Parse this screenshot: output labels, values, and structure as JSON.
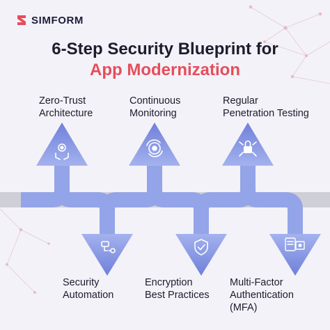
{
  "brand": {
    "name": "SIMFORM",
    "accent": "#e64d5b"
  },
  "title": {
    "line1": "6-Step Security Blueprint for",
    "line2": "App Modernization"
  },
  "colors": {
    "arrow": "#8fa0e6",
    "arrow_dark": "#6d7ed8",
    "icon": "#ffffff",
    "text": "#1c1c2e",
    "track": "#c9c9d2"
  },
  "steps": [
    {
      "label": "Zero-Trust\nArchitecture",
      "icon": "shield-hands-icon"
    },
    {
      "label": "Continuous\nMonitoring",
      "icon": "gear-cycle-icon"
    },
    {
      "label": "Regular\nPenetration Testing",
      "icon": "bug-lock-icon"
    },
    {
      "label": "Security\nAutomation",
      "icon": "key-automation-icon"
    },
    {
      "label": "Encryption\nBest Practices",
      "icon": "shield-check-icon"
    },
    {
      "label": "Multi-Factor\nAuthentication\n(MFA)",
      "icon": "mfa-device-icon"
    }
  ]
}
